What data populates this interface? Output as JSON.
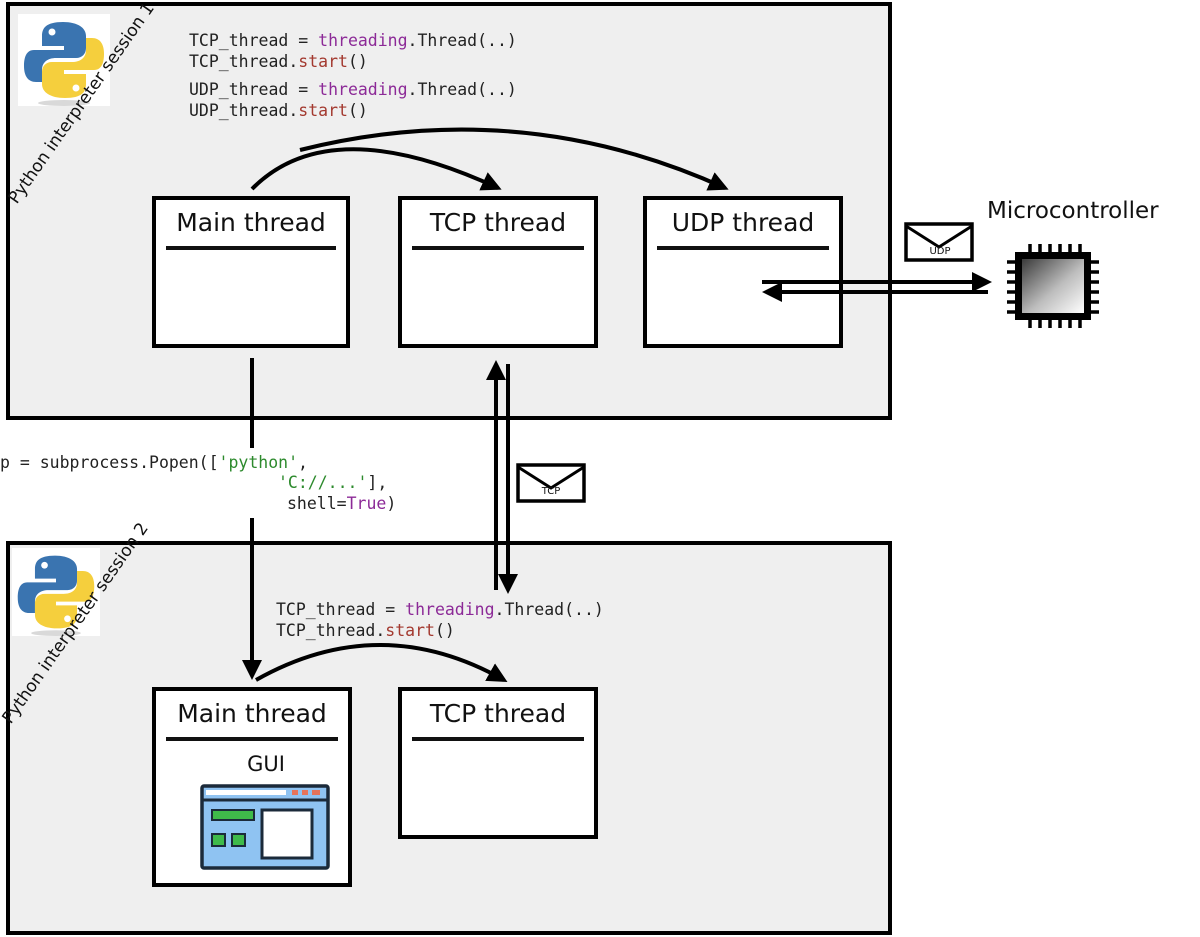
{
  "session1": {
    "label": "Python interpreter session 1",
    "code": {
      "line1": {
        "a": "TCP_thread = ",
        "b": "threading",
        "c": ".Thread(..)"
      },
      "line2": {
        "a": "TCP_thread.",
        "b": "start",
        "c": "()"
      },
      "line3": {
        "a": "UDP_thread = ",
        "b": "threading",
        "c": ".Thread(..)"
      },
      "line4": {
        "a": "UDP_thread.",
        "b": "start",
        "c": "()"
      }
    },
    "threads": {
      "main": "Main thread",
      "tcp": "TCP thread",
      "udp": "UDP thread"
    }
  },
  "session2": {
    "label": "Python interpreter session 2",
    "code": {
      "line1": {
        "a": "TCP_thread = ",
        "b": "threading",
        "c": ".Thread(..)"
      },
      "line2": {
        "a": "TCP_thread.",
        "b": "start",
        "c": "()"
      }
    },
    "threads": {
      "main": "Main thread",
      "tcp": "TCP thread"
    },
    "gui_label": "GUI"
  },
  "subprocess_code": {
    "line1": {
      "a": "p = subprocess.Popen([",
      "b": "'python'",
      "c": ","
    },
    "line2": {
      "a": "'C://...'",
      "b": "],"
    },
    "line3": {
      "a": "shell=",
      "b": "True",
      "c": ")"
    }
  },
  "microcontroller": {
    "label": "Microcontroller"
  },
  "envelopes": {
    "udp": "UDP",
    "tcp": "TCP"
  },
  "colors": {
    "panel": "#efefef",
    "keyword": "#8c2a97",
    "function": "#a3392f",
    "string": "#2d8a2d",
    "gui_window": "#8fc3f2",
    "gui_green": "#3fba4a"
  },
  "icons": [
    "python-logo-icon",
    "envelope-icon",
    "microcontroller-chip-icon",
    "gui-window-icon"
  ]
}
